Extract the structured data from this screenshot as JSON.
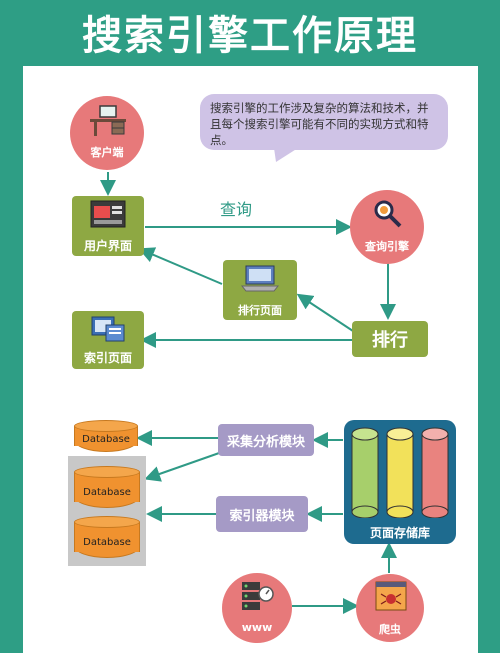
{
  "title": "搜索引擎工作原理",
  "bubble_text": "搜索引擎的工作涉及复杂的算法和技术，并且每个搜索引擎可能有不同的实现方式和特点。",
  "nodes": {
    "client": "客户端",
    "ui": "用户界面",
    "query_engine": "查询引擎",
    "rank_page": "排行页面",
    "rank": "排行",
    "index_page": "索引页面",
    "collect": "采集分析模块",
    "indexer": "索引器模块",
    "storage": "页面存储库",
    "www": "www",
    "crawler": "爬虫"
  },
  "edge_labels": {
    "query": "查询"
  },
  "databases": [
    "Database",
    "Database",
    "Database"
  ],
  "colors": {
    "frame": "#2e9e85",
    "green": "#8ea843",
    "red_circle": "#e7797a",
    "purple": "#a59ac6",
    "bubble": "#cfc3e6",
    "arrow": "#2f9a86",
    "db_orange": "#f0922f"
  }
}
